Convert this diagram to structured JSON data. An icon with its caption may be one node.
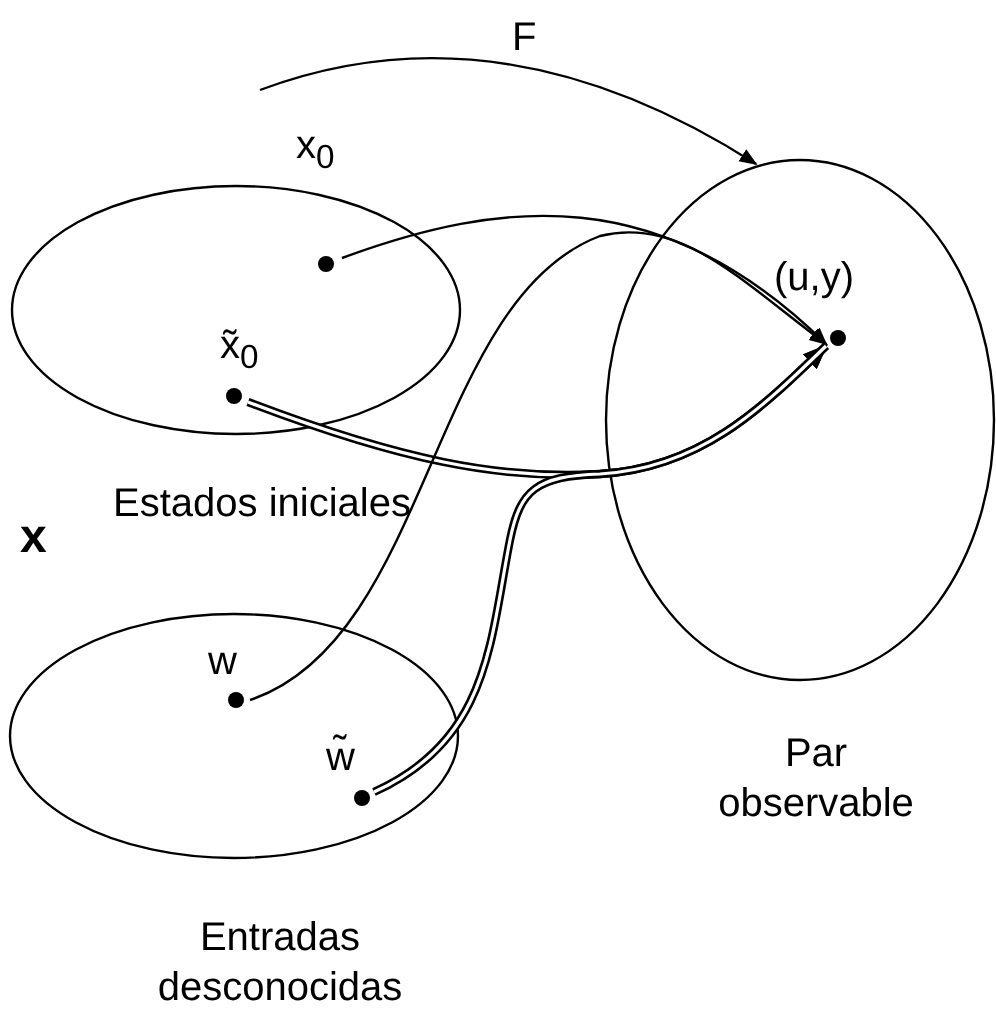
{
  "diagram": {
    "nodes": [
      {
        "text": [
          "Estados iniciales"
        ]
      },
      {
        "text": [
          "x$_{0}$"
        ],
        "in": 0
      },
      {
        "text": [
          "x̃$_{0}$"
        ],
        "in": 0
      },
      {
        "text": [
          "Par observable"
        ]
      },
      {
        "text": [
          "(u,y)"
        ],
        "in": 3
      },
      {
        "text": [
          "Entradas desconocidas"
        ]
      },
      {
        "text": [
          "w"
        ],
        "in": 5
      },
      {
        "text": [
          "w̃"
        ],
        "in": 5
      }
    ],
    "edges": [
      {
        "from": null,
        "to": 3,
        "arrow": "to",
        "label": "F"
      },
      {
        "from": 1,
        "to": 4,
        "arrow": "to"
      },
      {
        "from": 2,
        "to": 4,
        "arrow": "to",
        "style": "thick"
      },
      {
        "from": 6,
        "to": 4,
        "arrow": "to"
      },
      {
        "from": 7,
        "to": 4,
        "arrow": "to",
        "style": "thick"
      }
    ],
    "labels": [
      "x"
    ]
  }
}
